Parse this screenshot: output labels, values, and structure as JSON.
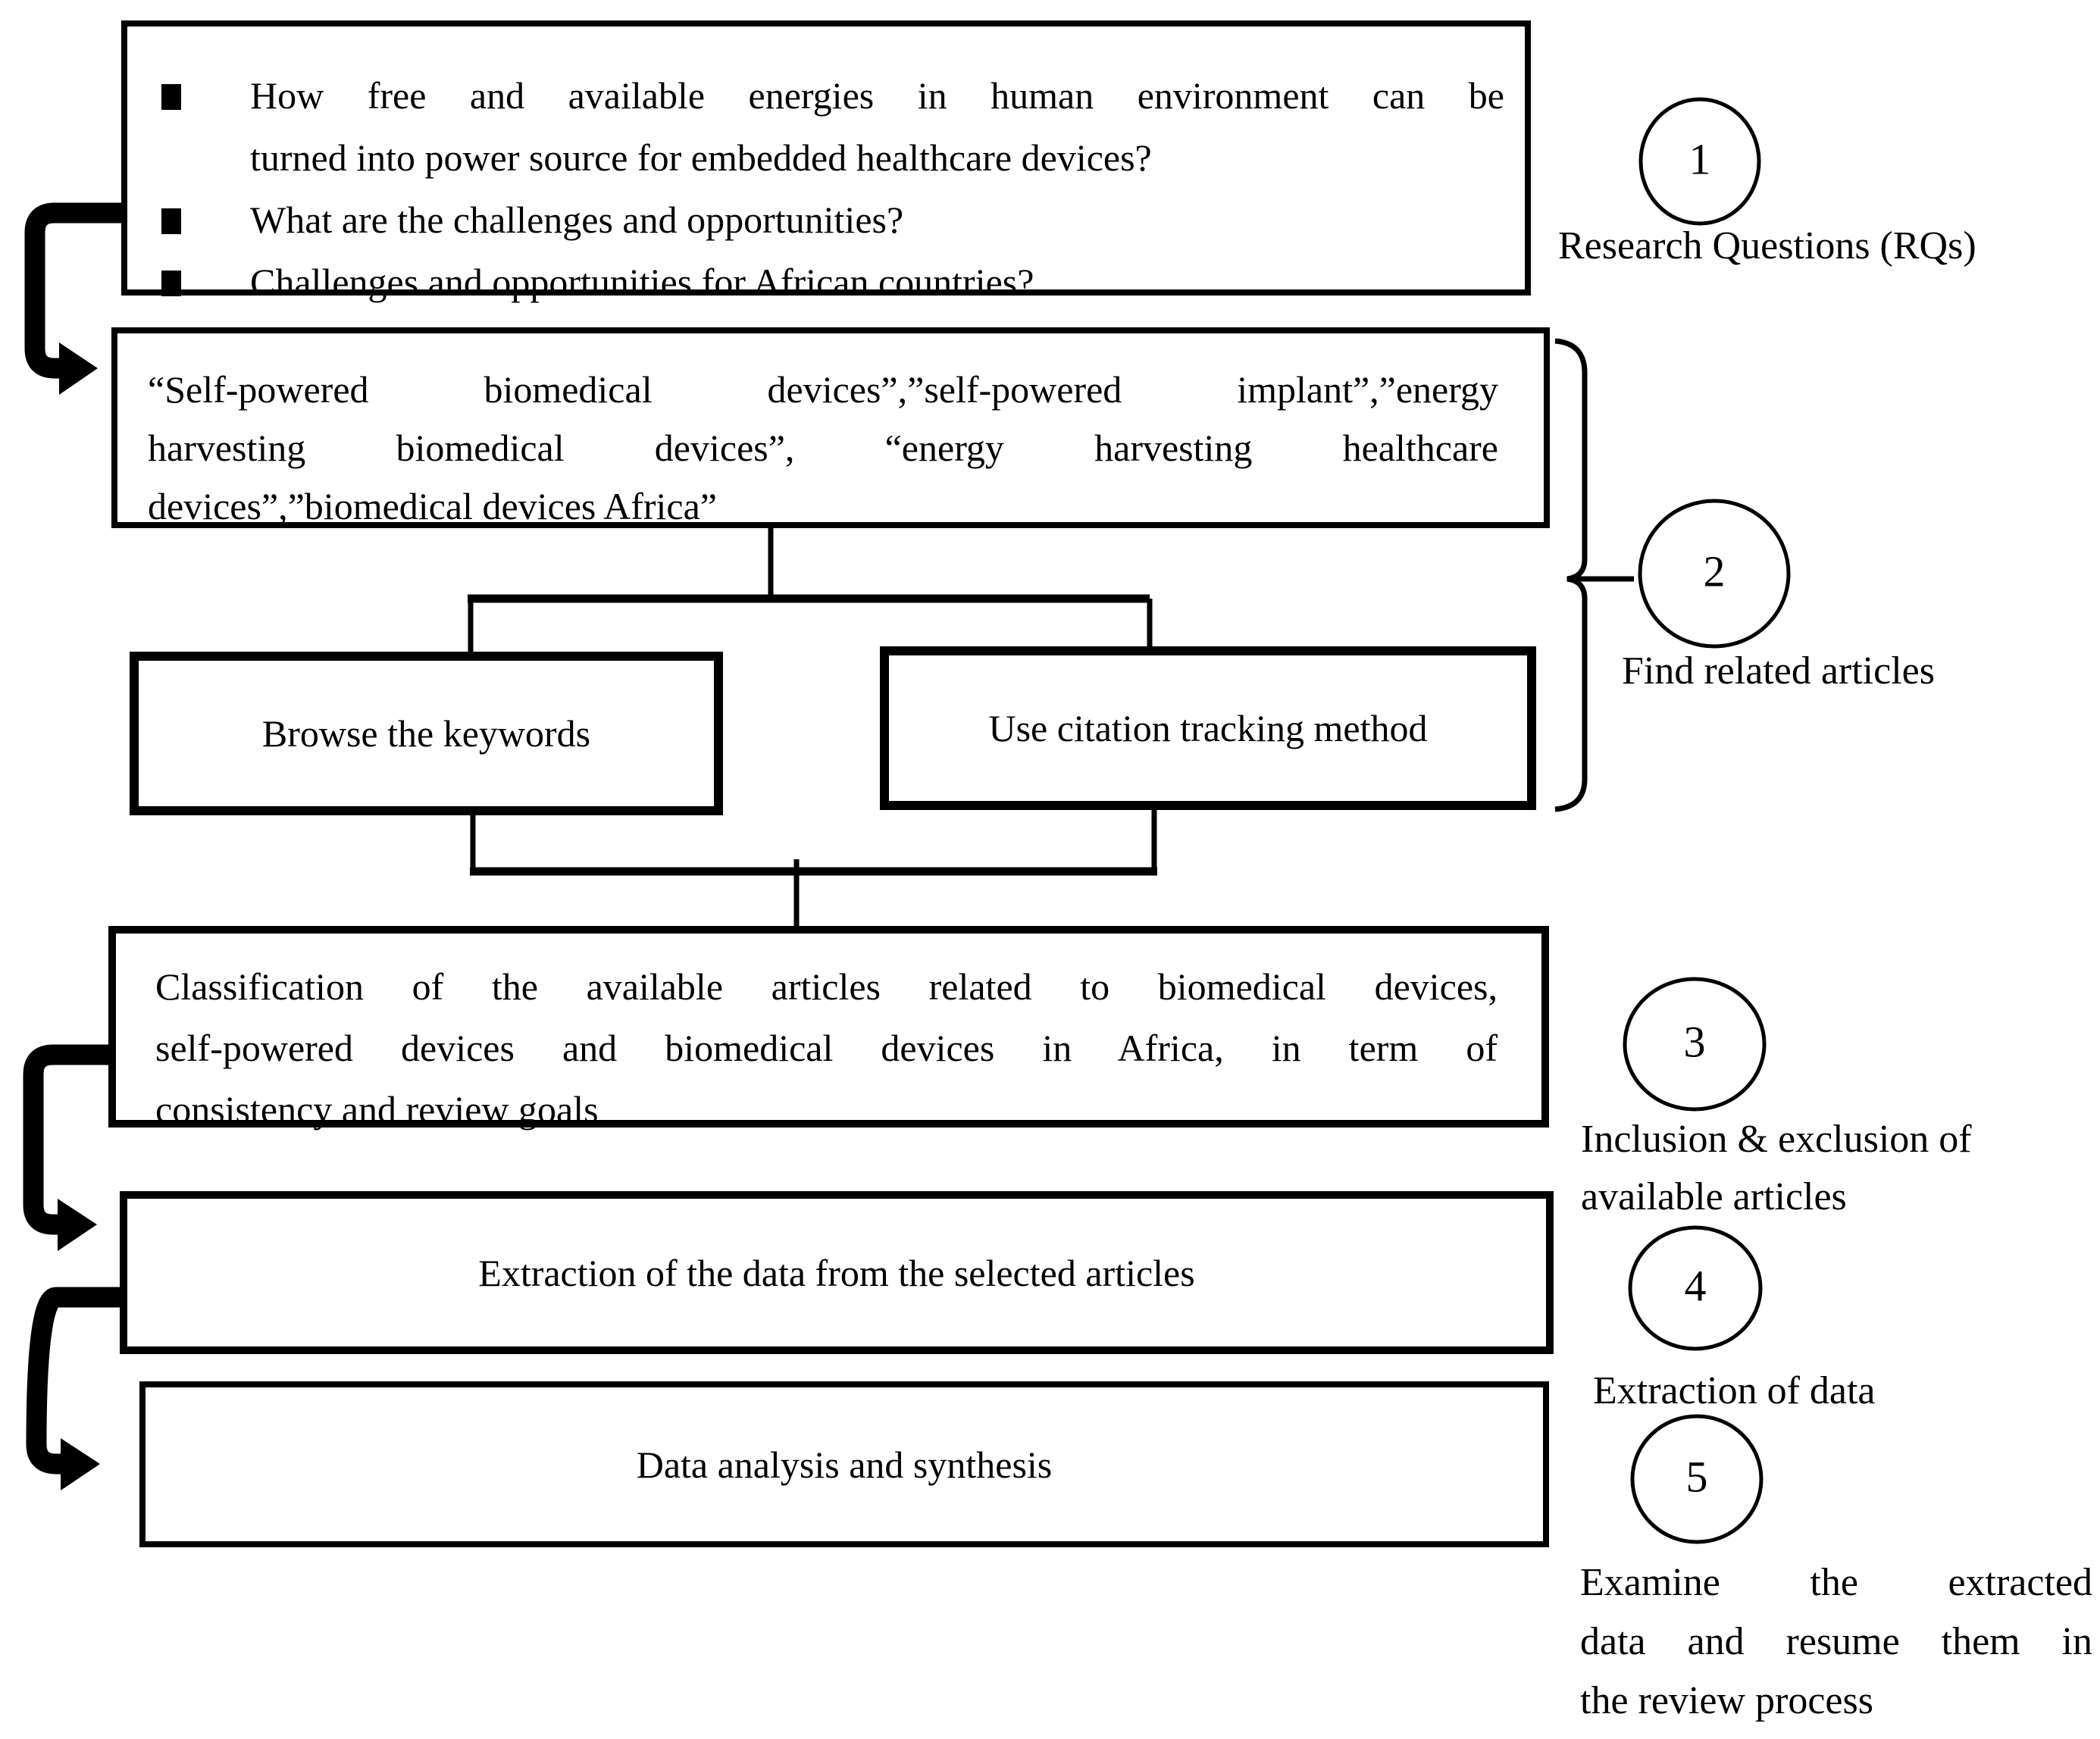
{
  "figure": {
    "background_color": "#ffffff",
    "ink_color": "#000000",
    "type": "flowchart",
    "description": "Systematic review process flow diagram"
  },
  "rq_box": {
    "items": [
      {
        "lines": [
          "How free and available energies in human environment can be",
          "turned into power source for embedded healthcare devices?"
        ]
      },
      {
        "lines": [
          "What are the challenges and opportunities?"
        ]
      },
      {
        "lines": [
          "Challenges and opportunities for African countries?"
        ]
      }
    ]
  },
  "keywords_box": {
    "lines": [
      "“Self-powered biomedical devices”,”self-powered implant”,”energy",
      "harvesting biomedical devices”, “energy harvesting healthcare",
      "devices”,”biomedical devices Africa”"
    ]
  },
  "browse_box": {
    "label": "Browse the keywords"
  },
  "citation_box": {
    "label": "Use citation tracking method"
  },
  "classification_box": {
    "lines": [
      "Classification of the available articles related to biomedical devices,",
      "self-powered devices and biomedical devices in Africa, in term of",
      "consistency and review goals"
    ]
  },
  "extraction_box": {
    "label": "Extraction of the data from the selected articles"
  },
  "analysis_box": {
    "label": "Data analysis and synthesis"
  },
  "steps": [
    {
      "number": "1",
      "lines": [
        "Research Questions (RQs)"
      ]
    },
    {
      "number": "2",
      "lines": [
        "Find related articles"
      ]
    },
    {
      "number": "3",
      "lines": [
        "Inclusion & exclusion of",
        "available articles"
      ]
    },
    {
      "number": "4",
      "lines": [
        "Extraction of data"
      ]
    },
    {
      "number": "5",
      "lines": [
        "Examine the extracted",
        "data and resume them in",
        "the review process"
      ]
    }
  ]
}
